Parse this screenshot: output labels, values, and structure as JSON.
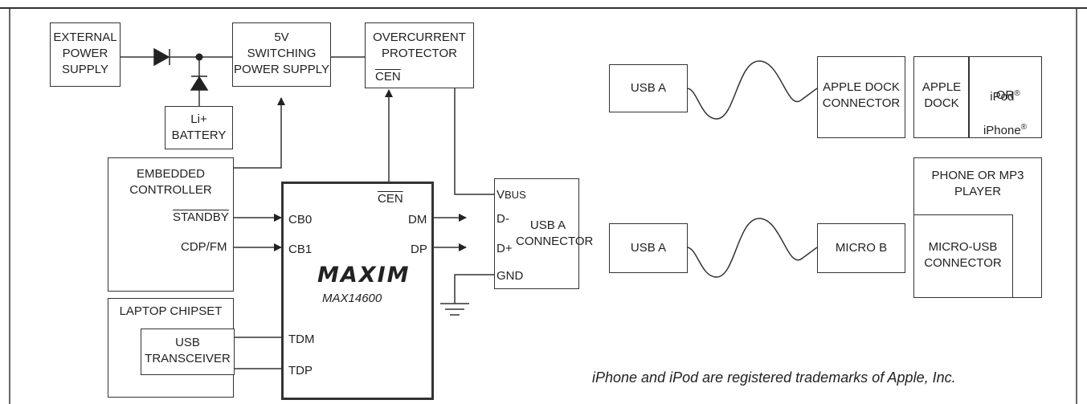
{
  "left": {
    "external_power_supply": "EXTERNAL\nPOWER\nSUPPLY",
    "switching_supply": "5V\nSWITCHING\nPOWER SUPPLY",
    "overcurrent": "OVERCURRENT\nPROTECTOR",
    "overcurrent_cen": "CEN",
    "battery": "Li+\nBATTERY",
    "embedded_controller": "EMBEDDED\nCONTROLLER",
    "standby": "STANDBY",
    "cdp_fm": "CDP/FM",
    "laptop_chipset": "LAPTOP CHIPSET",
    "usb_transceiver": "USB\nTRANSCEIVER",
    "chip": {
      "logo": "MAXIM",
      "part": "MAX14600",
      "cen": "CEN",
      "cb0": "CB0",
      "cb1": "CB1",
      "dm": "DM",
      "dp": "DP",
      "tdm": "TDM",
      "tdp": "TDP"
    },
    "usb_a_connector": {
      "label": "USB A\nCONNECTOR",
      "vbus_main": "V",
      "vbus_sub": "BUS",
      "d_minus": "D-",
      "d_plus": "D+",
      "gnd": "GND"
    }
  },
  "right": {
    "top": {
      "usb_a": "USB A",
      "apple_dock_connector": "APPLE DOCK\nCONNECTOR",
      "apple_dock": "APPLE\nDOCK",
      "ipod": "iPod",
      "or": "OR",
      "iphone": "iPhone",
      "reg": "®"
    },
    "bottom": {
      "usb_a": "USB A",
      "micro_b": "MICRO B",
      "phone_or_mp3": "PHONE OR MP3\nPLAYER",
      "micro_usb_connector": "MICRO-USB\nCONNECTOR"
    },
    "trademark_note": "iPhone and iPod are registered trademarks of Apple, Inc."
  }
}
